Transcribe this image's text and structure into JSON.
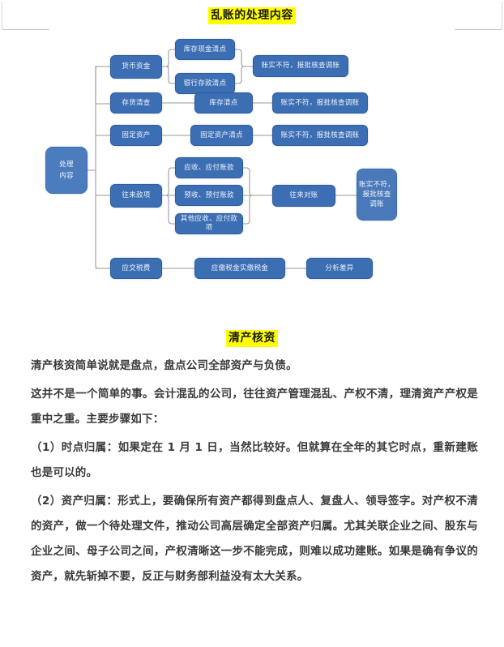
{
  "document": {
    "heading_main": "乱账的处理内容",
    "heading_second": "清产核资"
  },
  "diagram": {
    "root": {
      "line1": "处理",
      "line2": "内容"
    },
    "branch_currency": "货币资金",
    "currency_children": [
      "库存现金清点",
      "银行存款清点"
    ],
    "currency_result": "账实不符，报批核查调账",
    "branch_inventory": "存货清查",
    "inventory_child": "库存清点",
    "inventory_result": "账实不符，报批核查调账",
    "branch_fixed_assets": "固定资产",
    "fixed_assets_child": "固定资产清点",
    "fixed_assets_result": "账实不符，报批核查调账",
    "branch_receivables": "往来款项",
    "receivables_children": [
      "应收、应付账款",
      "预收、预付账款",
      "其他应收、应付款项"
    ],
    "receivables_step": "往来对账",
    "receivables_result": {
      "line1": "账实不符，",
      "line2": "报批核查",
      "line3": "调账"
    },
    "branch_tax": "应交税费",
    "tax_child": "应缴税金实缴税金",
    "tax_result": "分析差异"
  },
  "content": {
    "paragraphs": [
      "清产核资简单说就是盘点，盘点公司全部资产与负债。",
      "这并不是一个简单的事。会计混乱的公司，往往资产管理混乱、产权不清，理清资产产权是重中之重。主要步骤如下：",
      "（1）时点归属：如果定在 1 月 1 日，当然比较好。但就算在全年的其它时点，重新建账也是可以的。",
      "（2）资产归属：形式上，要确保所有资产都得到盘点人、复盘人、领导签字。对产权不清的资产，做一个待处理文件，推动公司高层确定全部资产归属。尤其关联企业之间、股东与企业之间、母子公司之间，产权清晰这一步不能完成，则难以成功建账。如果是确有争议的资产，就先斩掉不要，反正与财务部利益没有太大关系。"
    ]
  },
  "colors": {
    "node_blue": "#3c6eb4",
    "node_blue_soft": "#4a79ba",
    "connector_gray": "#9a9a9a",
    "highlight_yellow": "#ffff00",
    "text_dark": "#3a3a3a"
  }
}
